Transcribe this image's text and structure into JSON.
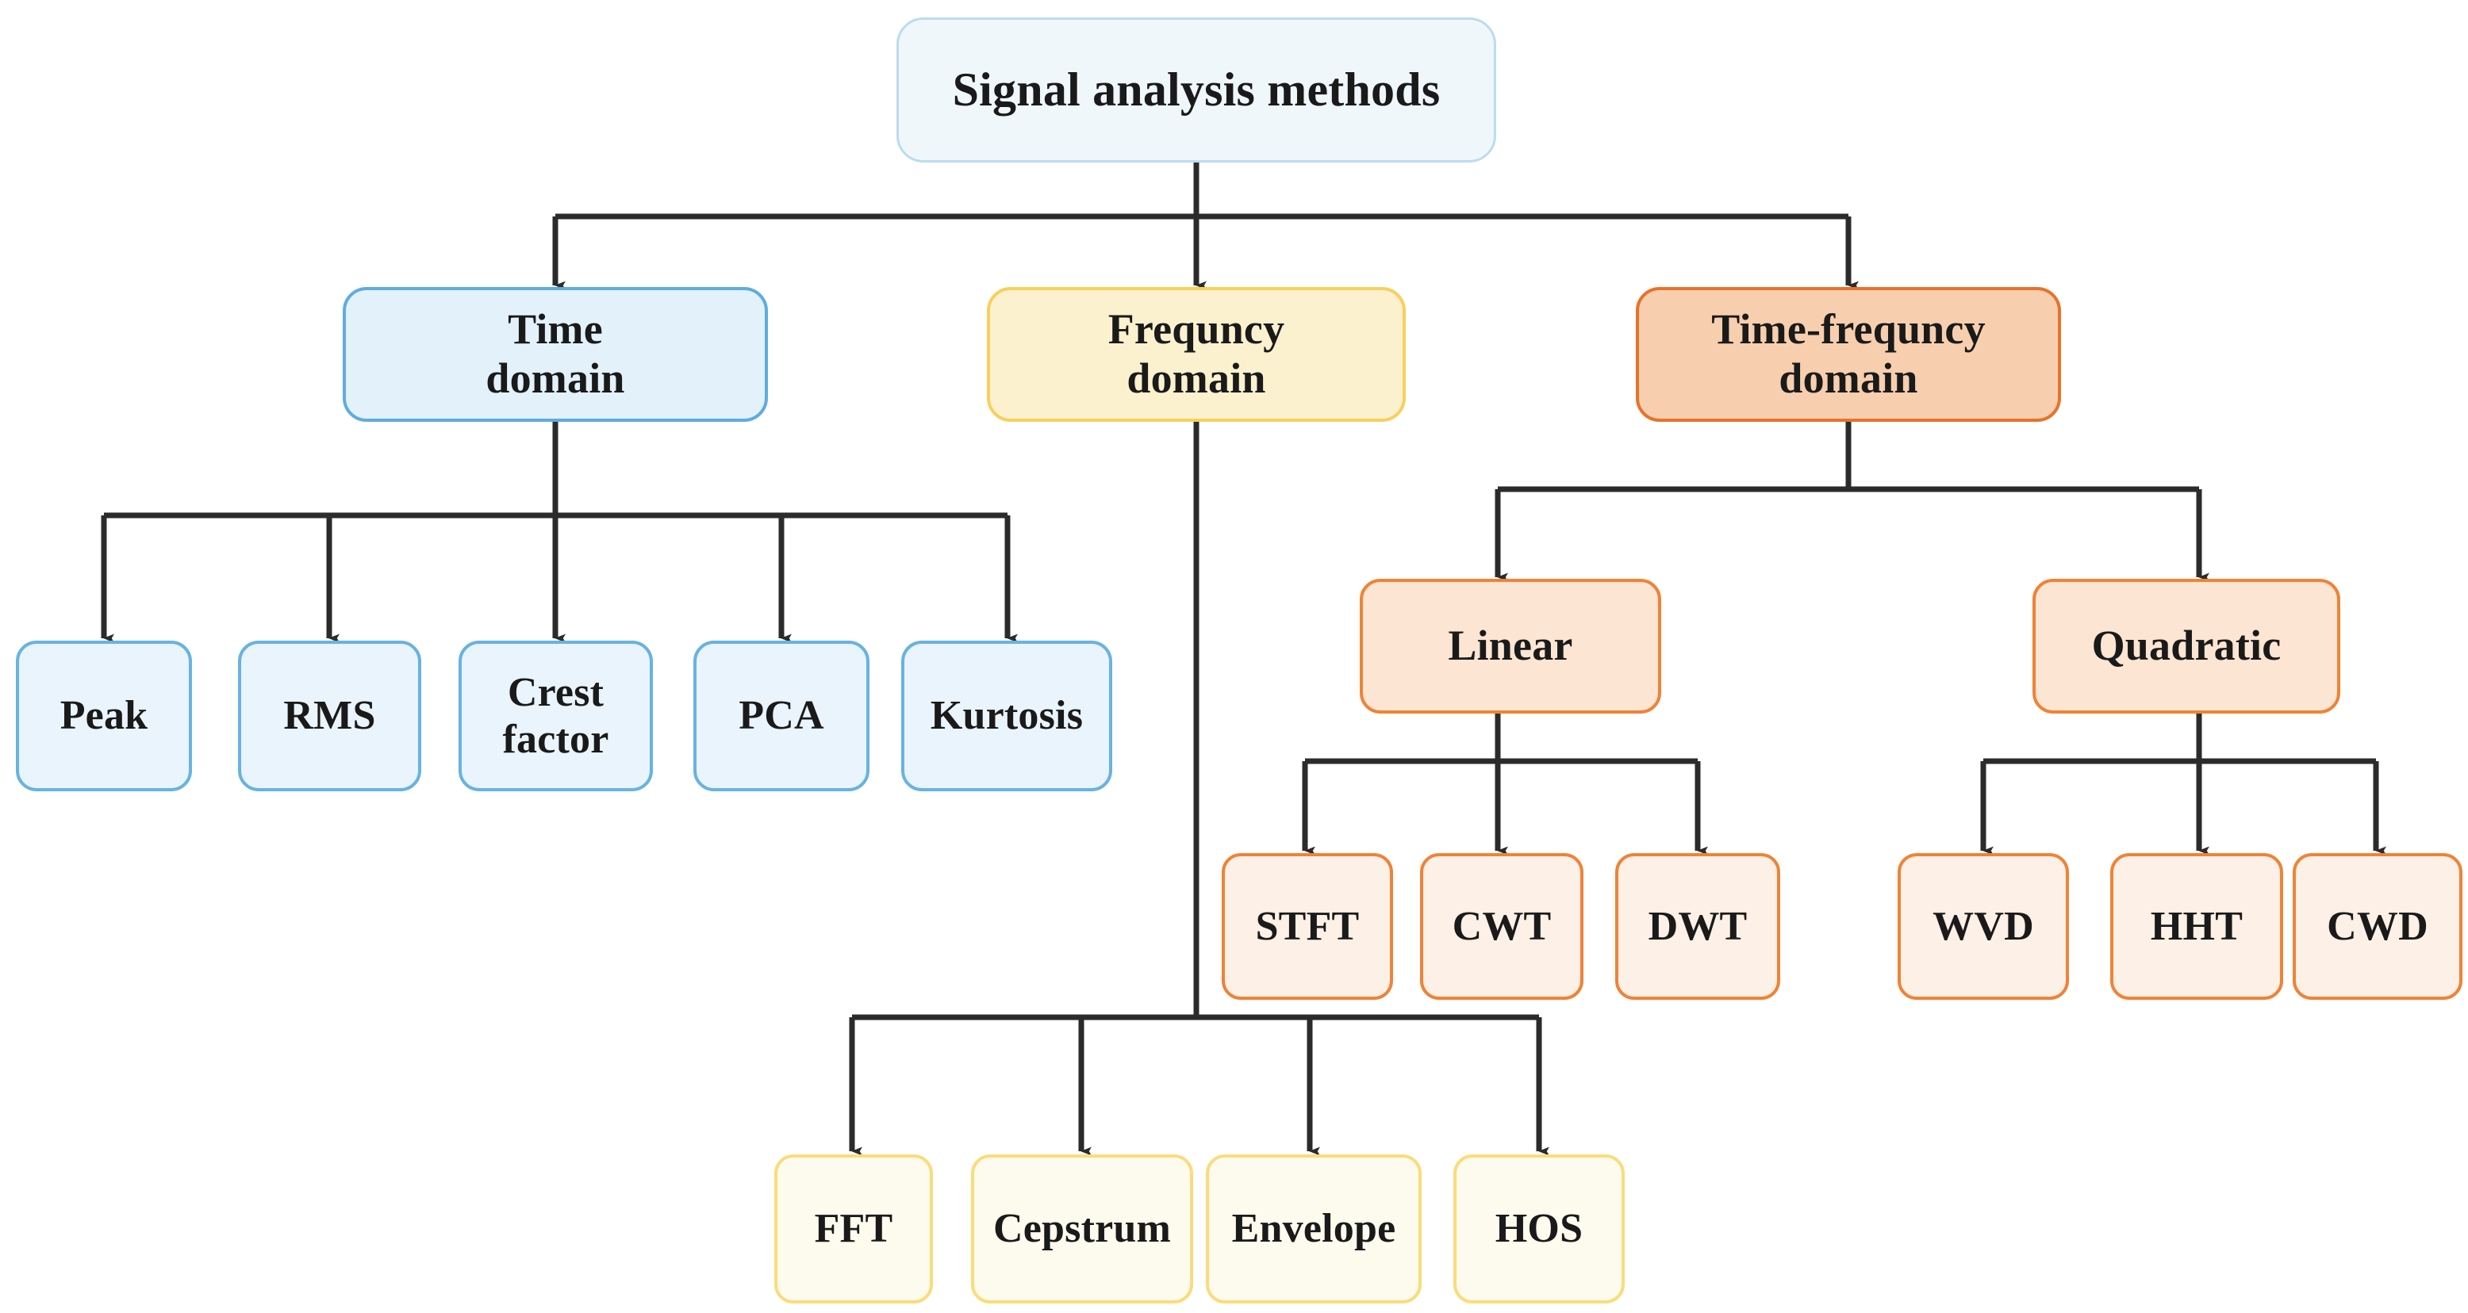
{
  "diagram": {
    "title": "Signal analysis methods",
    "type": "tree-taxonomy",
    "background": "#ffffff",
    "connector_color": "#2b2b2b"
  },
  "root": {
    "label": "Signal analysis methods"
  },
  "branches": [
    {
      "id": "time-domain",
      "label": "Time\ndomain",
      "fill": "#e3f1fb",
      "border": "#5facdf",
      "children": [
        {
          "id": "peak",
          "label": "Peak"
        },
        {
          "id": "rms",
          "label": "RMS"
        },
        {
          "id": "crest-factor",
          "label": "Crest\nfactor"
        },
        {
          "id": "pca",
          "label": "PCA"
        },
        {
          "id": "kurtosis",
          "label": "Kurtosis"
        }
      ]
    },
    {
      "id": "frequency-domain",
      "label": "Frequncy\ndomain",
      "fill": "#fcf1cf",
      "border": "#f9cf5d",
      "children": [
        {
          "id": "fft",
          "label": "FFT"
        },
        {
          "id": "cepstrum",
          "label": "Cepstrum"
        },
        {
          "id": "envelope",
          "label": "Envelope"
        },
        {
          "id": "hos",
          "label": "HOS"
        }
      ]
    },
    {
      "id": "time-frequency-domain",
      "label": "Time-frequncy\ndomain",
      "fill": "#f7cfae",
      "border": "#e8722a",
      "groups": [
        {
          "id": "linear",
          "label": "Linear",
          "children": [
            {
              "id": "stft",
              "label": "STFT"
            },
            {
              "id": "cwt",
              "label": "CWT"
            },
            {
              "id": "dwt",
              "label": "DWT"
            }
          ]
        },
        {
          "id": "quadratic",
          "label": "Quadratic",
          "children": [
            {
              "id": "wvd",
              "label": "WVD"
            },
            {
              "id": "hht",
              "label": "HHT"
            },
            {
              "id": "cwd",
              "label": "CWD"
            }
          ]
        }
      ]
    }
  ]
}
